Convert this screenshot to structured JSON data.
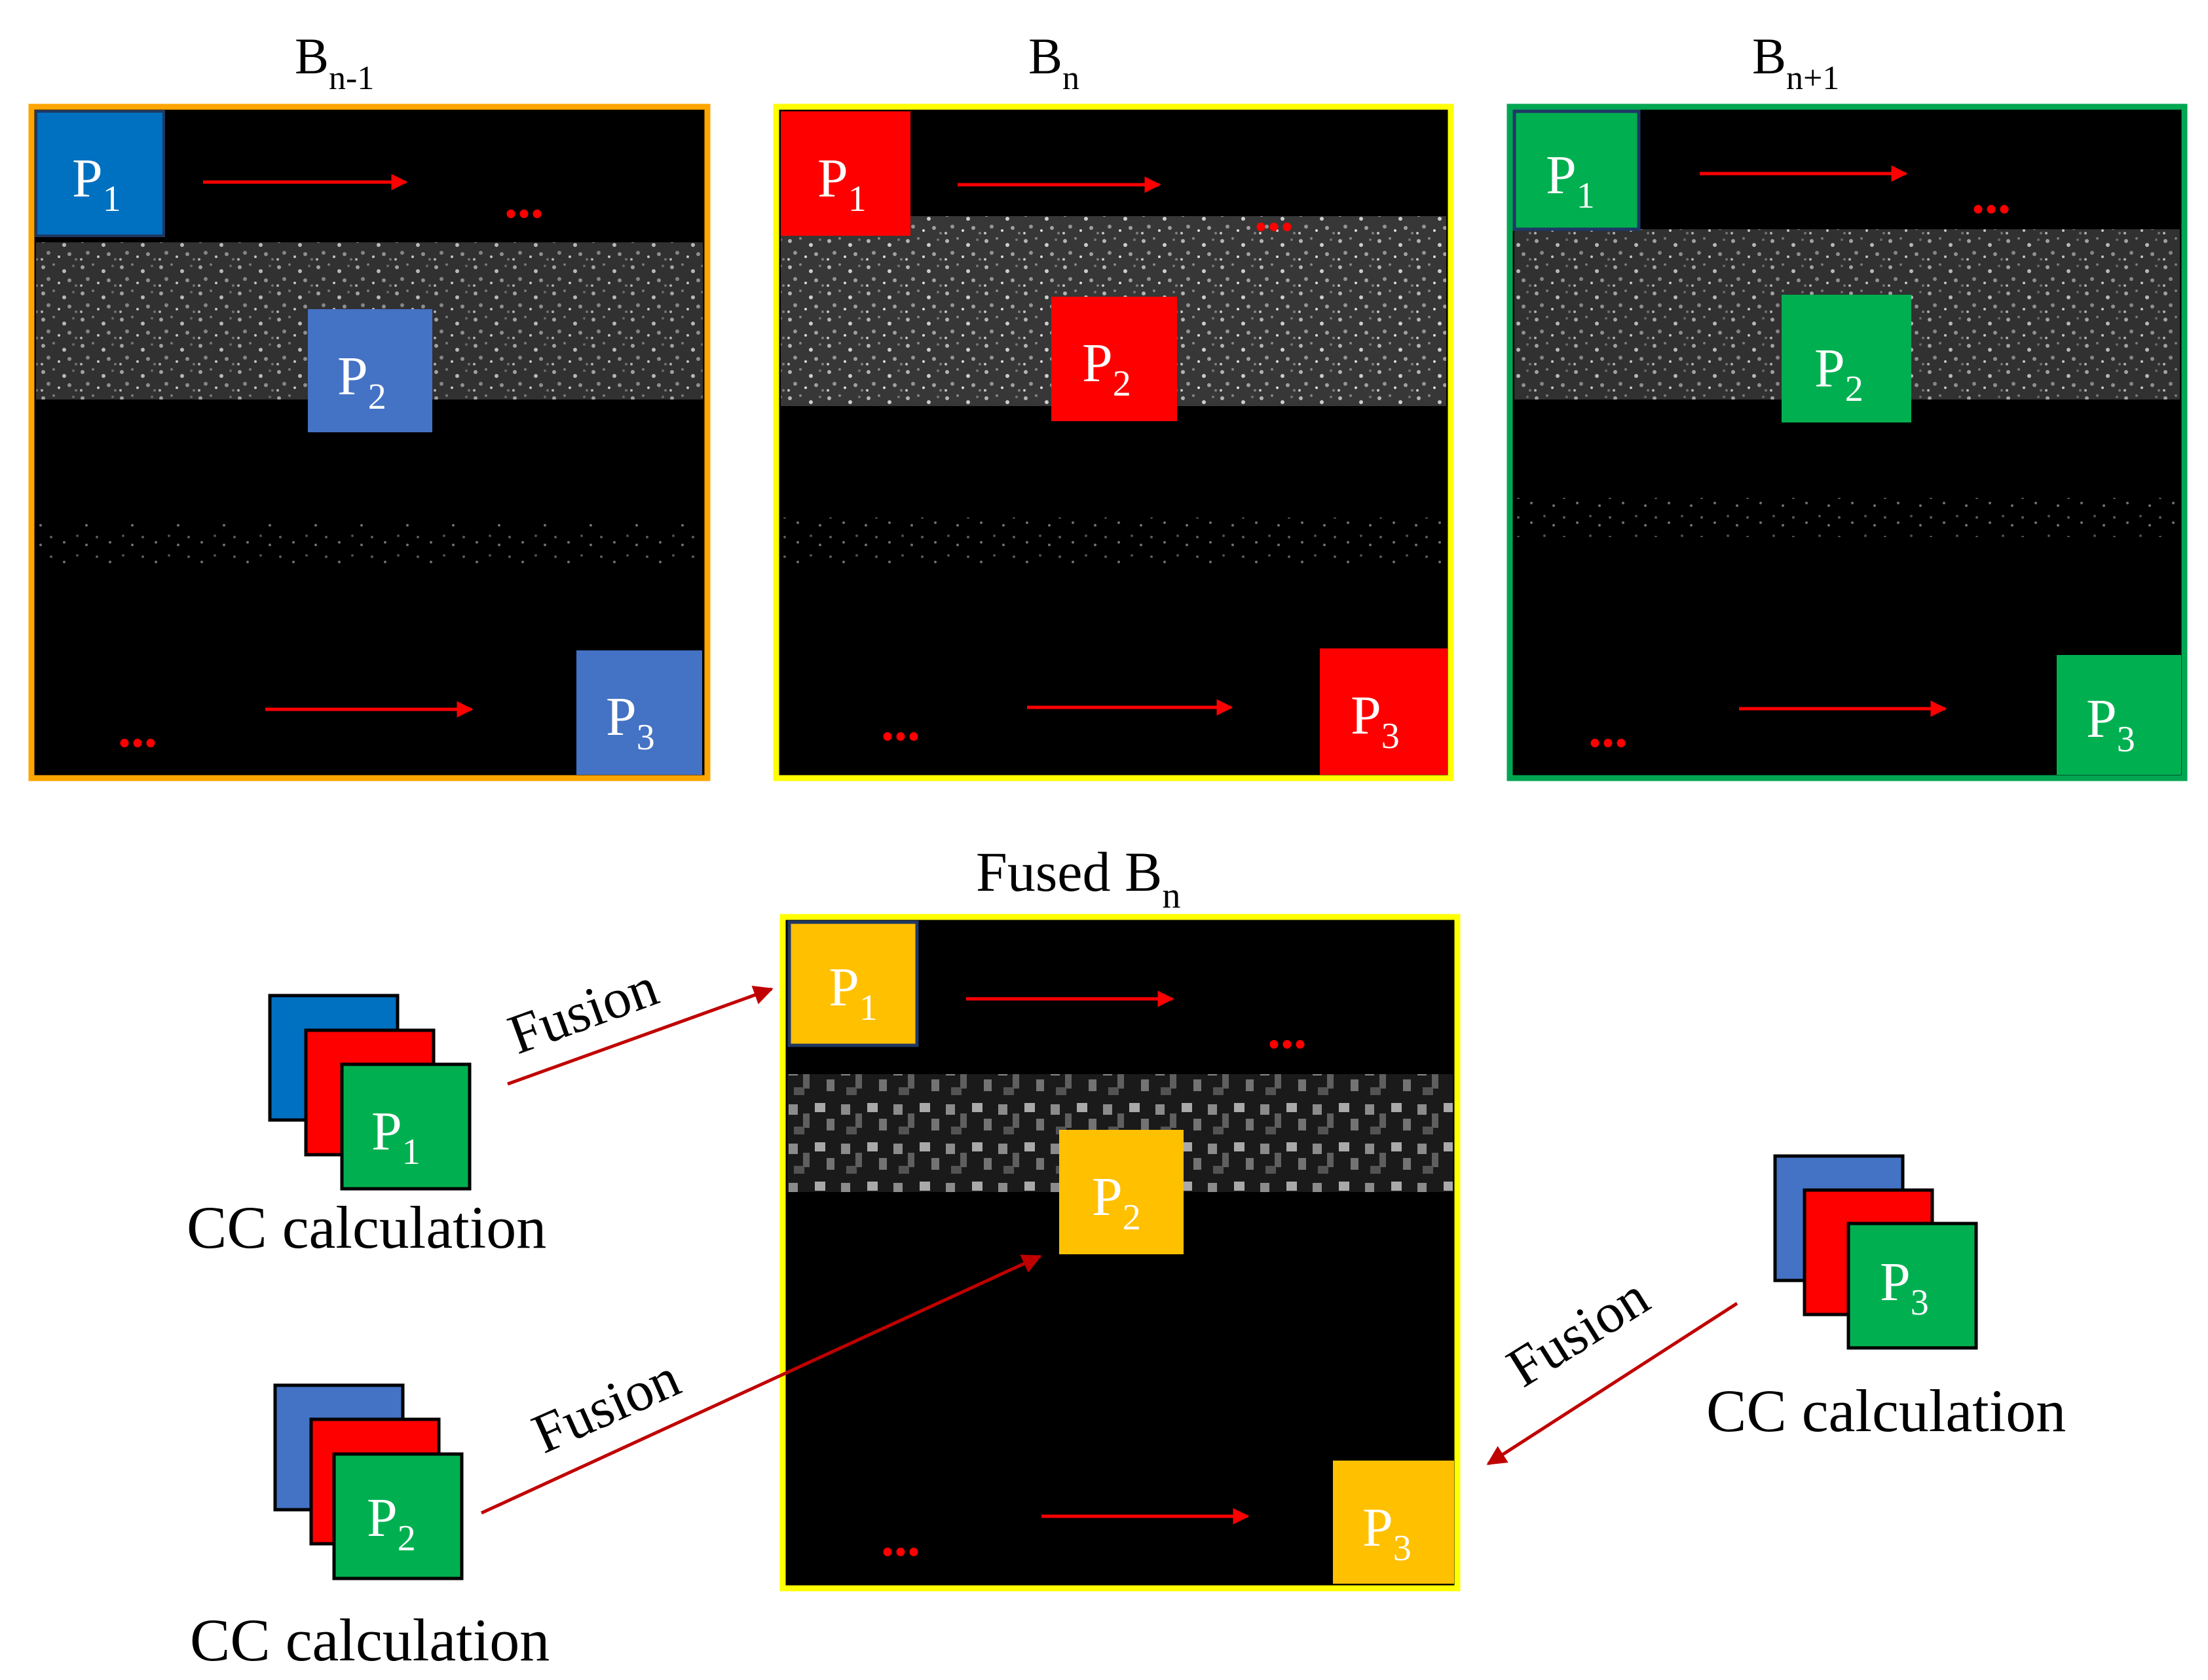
{
  "colors": {
    "blue": "#4472C4",
    "blue_dark": "#0070C0",
    "red": "#FF0000",
    "green": "#00B050",
    "gold": "#FFC000",
    "orange_border": "#FFA500",
    "yellow_border": "#FFFF00",
    "green_border": "#00A651",
    "arrow_red": "#FF0000",
    "fusion_arrow": "#C00000",
    "dots": "#FF0000"
  },
  "panels": [
    {
      "id": "bn-1",
      "title_main": "B",
      "title_sub": "n-1",
      "patch_color": "blue"
    },
    {
      "id": "bn",
      "title_main": "B",
      "title_sub": "n",
      "patch_color": "red"
    },
    {
      "id": "bn+1",
      "title_main": "B",
      "title_sub": "n+1",
      "patch_color": "green"
    }
  ],
  "fused": {
    "title_main": "Fused B",
    "title_sub": "n",
    "patch_color": "gold"
  },
  "patches": [
    {
      "main": "P",
      "sub": "1"
    },
    {
      "main": "P",
      "sub": "2"
    },
    {
      "main": "P",
      "sub": "3"
    }
  ],
  "ellipsis": "...",
  "fusion_label": "Fusion",
  "cc_label": "CC calculation"
}
